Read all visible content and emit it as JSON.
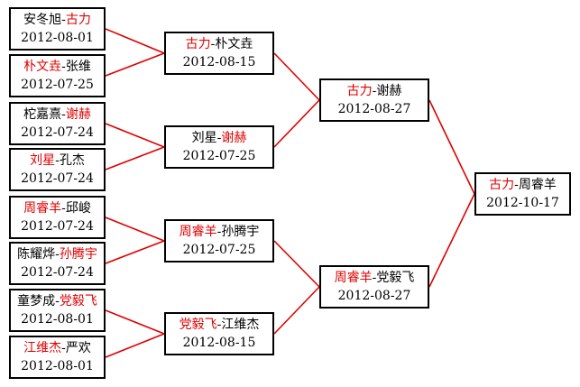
{
  "matches": [
    {
      "id": "r1m1",
      "p1": "安冬旭",
      "p2": "古力",
      "winner": 2,
      "date": "2012-08-01"
    },
    {
      "id": "r1m2",
      "p1": "朴文垚",
      "p2": "张维",
      "winner": 1,
      "date": "2012-07-25"
    },
    {
      "id": "r1m3",
      "p1": "柁嘉熹",
      "p2": "谢赫",
      "winner": 2,
      "date": "2012-07-24"
    },
    {
      "id": "r1m4",
      "p1": "刘星",
      "p2": "孔杰",
      "winner": 1,
      "date": "2012-07-24"
    },
    {
      "id": "r1m5",
      "p1": "周睿羊",
      "p2": "邱峻",
      "winner": 1,
      "date": "2012-07-24"
    },
    {
      "id": "r1m6",
      "p1": "陈耀烨",
      "p2": "孙腾宇",
      "winner": 2,
      "date": "2012-07-24"
    },
    {
      "id": "r1m7",
      "p1": "童梦成",
      "p2": "党毅飞",
      "winner": 2,
      "date": "2012-08-01"
    },
    {
      "id": "r1m8",
      "p1": "江维杰",
      "p2": "严欢",
      "winner": 1,
      "date": "2012-08-01"
    },
    {
      "id": "r2m1",
      "p1": "古力",
      "p2": "朴文垚",
      "winner": 1,
      "date": "2012-08-15"
    },
    {
      "id": "r2m2",
      "p1": "刘星",
      "p2": "谢赫",
      "winner": 2,
      "date": "2012-07-25"
    },
    {
      "id": "r2m3",
      "p1": "周睿羊",
      "p2": "孙腾宇",
      "winner": 1,
      "date": "2012-07-25"
    },
    {
      "id": "r2m4",
      "p1": "党毅飞",
      "p2": "江维杰",
      "winner": 1,
      "date": "2012-08-15"
    },
    {
      "id": "r3m1",
      "p1": "古力",
      "p2": "谢赫",
      "winner": 1,
      "date": "2012-08-27"
    },
    {
      "id": "r3m2",
      "p1": "周睿羊",
      "p2": "党毅飞",
      "winner": 1,
      "date": "2012-08-27"
    },
    {
      "id": "r4m1",
      "p1": "古力",
      "p2": "周睿羊",
      "winner": 1,
      "date": "2012-10-17"
    }
  ],
  "separator": "-",
  "colors": {
    "winner": "#e00000",
    "connector": "#e00000",
    "border": "#000000"
  }
}
